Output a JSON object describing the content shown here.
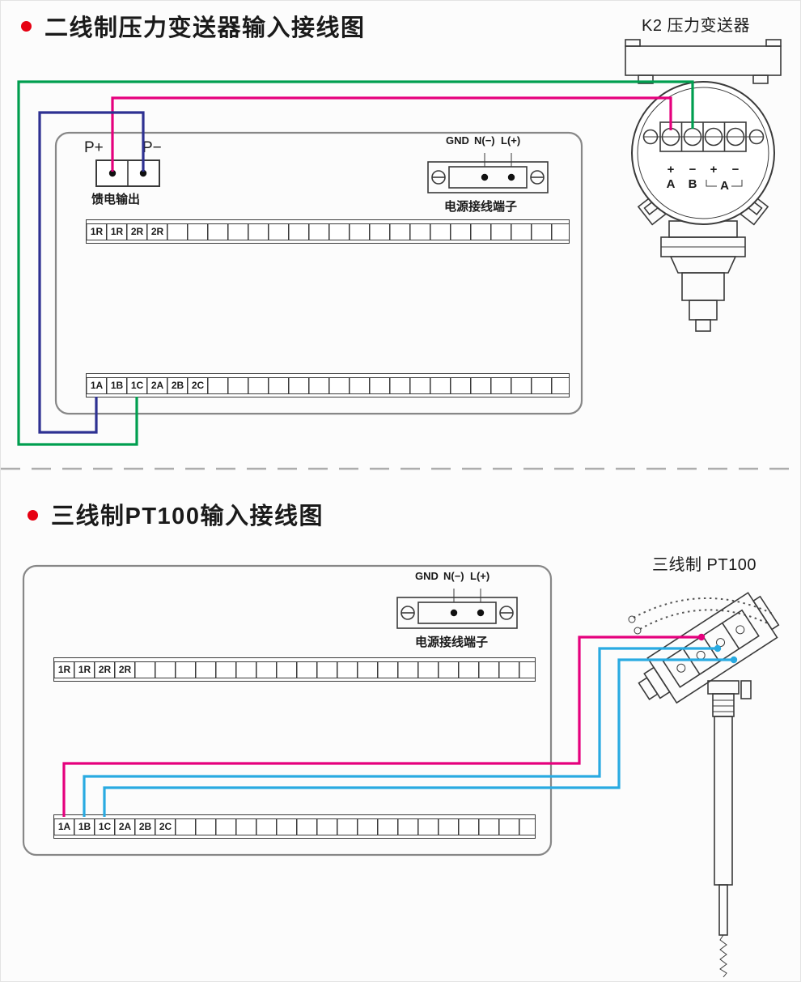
{
  "colors": {
    "wire_green": "#009E4F",
    "wire_magenta": "#E5007D",
    "wire_blue_dark": "#2E3192",
    "wire_blue_light": "#29AAE1",
    "bullet_red": "#E60012",
    "line": "#3A3A3A",
    "panel_border": "#878787"
  },
  "section1": {
    "title": "二线制压力变送器输入接线图",
    "device_label": "K2 压力变送器",
    "feed_terminals": {
      "p_plus": "P+",
      "p_minus": "P−",
      "label": "馈电输出"
    },
    "power_terminal": {
      "gnd": "GND",
      "n": "N(−)",
      "l": "L(+)",
      "label": "电源接线端子"
    },
    "relay_strip": [
      "1R",
      "1R",
      "2R",
      "2R"
    ],
    "input_strip": [
      "1A",
      "1B",
      "1C",
      "2A",
      "2B",
      "2C"
    ],
    "transmitter": {
      "signs": [
        "+",
        "−",
        "+",
        "−"
      ],
      "letters": [
        "A",
        "B"
      ],
      "bracket_label": "A"
    }
  },
  "section2": {
    "title": "三线制PT100输入接线图",
    "device_label": "三线制  PT100",
    "power_terminal": {
      "gnd": "GND",
      "n": "N(−)",
      "l": "L(+)",
      "label": "电源接线端子"
    },
    "relay_strip": [
      "1R",
      "1R",
      "2R",
      "2R"
    ],
    "input_strip": [
      "1A",
      "1B",
      "1C",
      "2A",
      "2B",
      "2C"
    ]
  }
}
